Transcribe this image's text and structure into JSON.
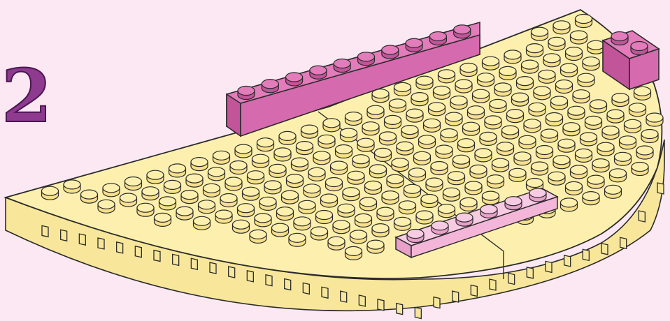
{
  "step": {
    "number": "2"
  },
  "colors": {
    "background": "#FBE8F3",
    "step_number": "#8E3A8E",
    "baseplate": "#FDF0AE",
    "baseplate_side": "#F8E79A",
    "brick_dark_pink": "#D66AAE",
    "brick_light_pink": "#F4B6D8",
    "outline": "#2B2B2B"
  },
  "pieces": [
    {
      "name": "brick-1x10",
      "color": "dark-pink"
    },
    {
      "name": "brick-1x2",
      "color": "dark-pink"
    },
    {
      "name": "plate-1x6",
      "color": "light-pink"
    }
  ]
}
